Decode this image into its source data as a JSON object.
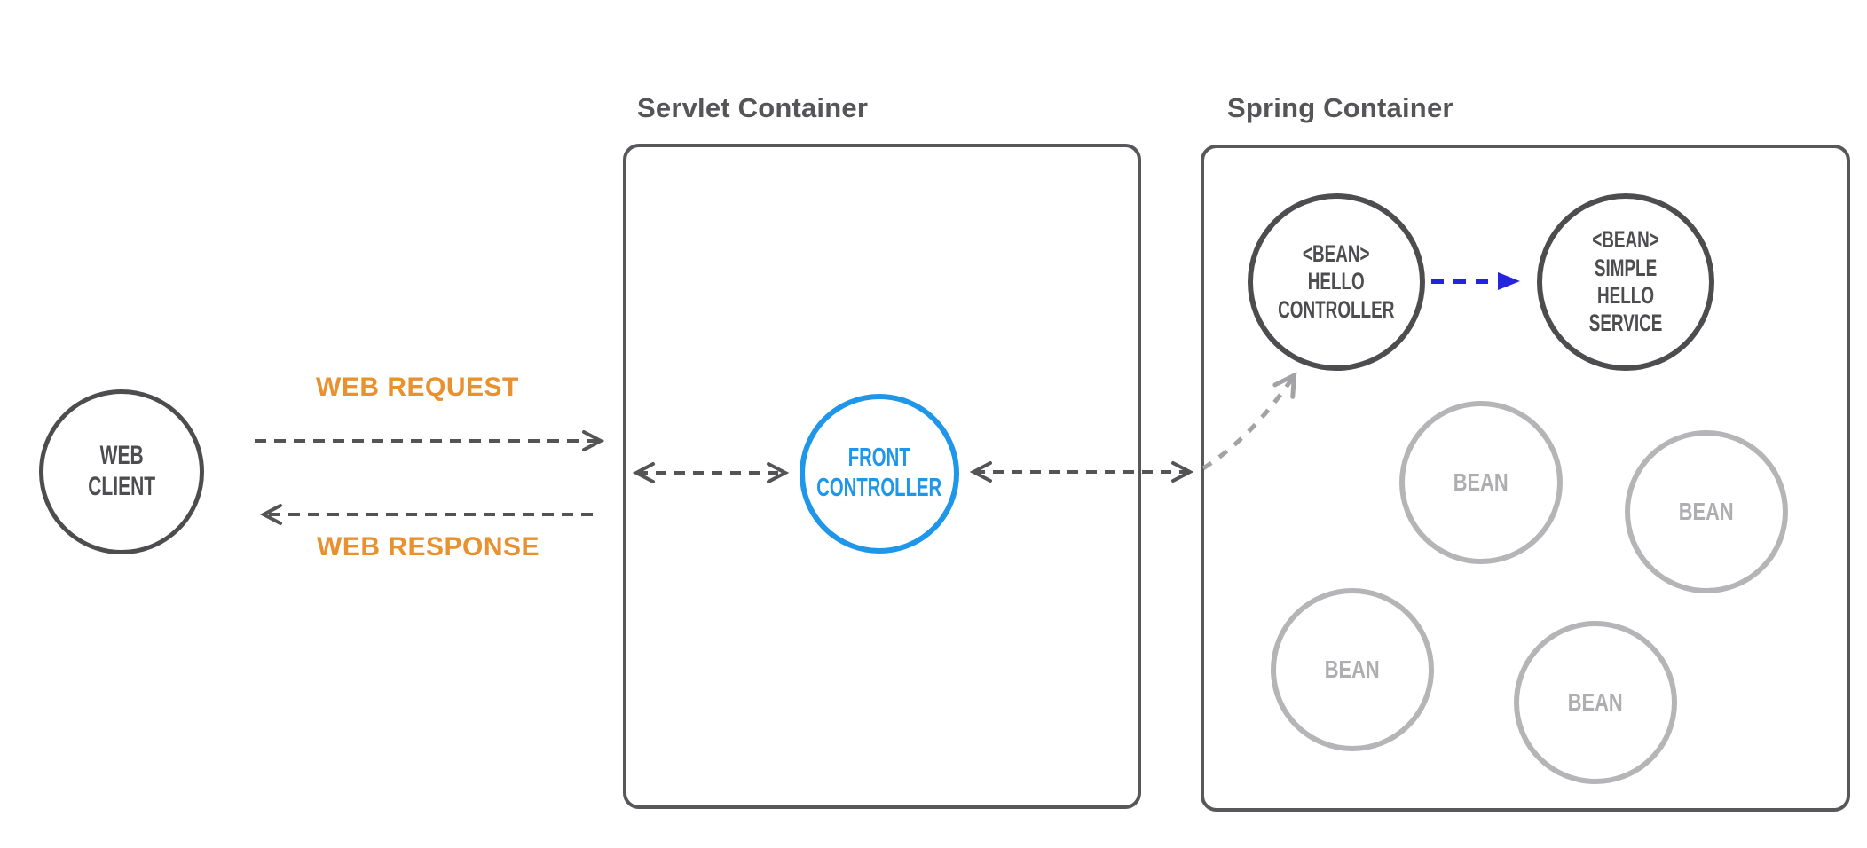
{
  "palette": {
    "background": "#ffffff",
    "node_dark_gray": "#4d4d50",
    "box_gray": "#58585a",
    "arrow_gray": "#545456",
    "curve_light_gray": "#a3a3a5",
    "bean_light_gray": "#b5b5b7",
    "bean_text_gray": "#aeaeb0",
    "flow_orange": "#e8912e",
    "controller_blue": "#1e96ea",
    "wiring_blue": "#2424e0"
  },
  "client": {
    "line1": "WEB",
    "line2": "CLIENT"
  },
  "flows": {
    "request_label": "WEB REQUEST",
    "response_label": "WEB RESPONSE"
  },
  "servlet_container": {
    "title": "Servlet Container",
    "front_controller": {
      "line1": "FRONT",
      "line2": "CONTROLLER"
    }
  },
  "spring_container": {
    "title": "Spring Container",
    "hello_controller": {
      "line1": "<BEAN>",
      "line2": "HELLO",
      "line3": "CONTROLLER"
    },
    "simple_hello_service": {
      "line1": "<BEAN>",
      "line2": "SIMPLE",
      "line3": "HELLO",
      "line4": "SERVICE"
    },
    "beans": [
      {
        "label": "BEAN"
      },
      {
        "label": "BEAN"
      },
      {
        "label": "BEAN"
      },
      {
        "label": "BEAN"
      }
    ]
  }
}
